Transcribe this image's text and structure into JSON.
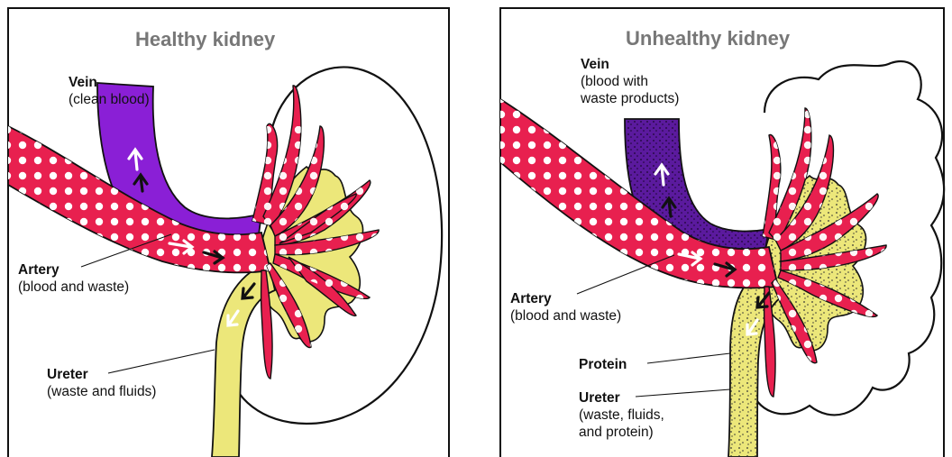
{
  "panels": [
    {
      "title": "Healthy kidney",
      "labels": {
        "vein": "Vein",
        "vein_desc": "(clean blood)",
        "artery": "Artery",
        "artery_desc": "(blood and waste)",
        "ureter": "Ureter",
        "ureter_desc": "(waste and fluids)"
      }
    },
    {
      "title": "Unhealthy kidney",
      "labels": {
        "vein": "Vein",
        "vein_desc_1": "(blood with",
        "vein_desc_2": "waste products)",
        "artery": "Artery",
        "artery_desc": "(blood and waste)",
        "protein": "Protein",
        "ureter": "Ureter",
        "ureter_desc_1": "(waste, fluids,",
        "ureter_desc_2": "and protein)"
      }
    }
  ],
  "colors": {
    "artery": "#e8204f",
    "vein_healthy": "#8a1fd6",
    "vein_unhealthy": "#5b1a9e",
    "ureter": "#ece77a",
    "title": "#777777"
  }
}
